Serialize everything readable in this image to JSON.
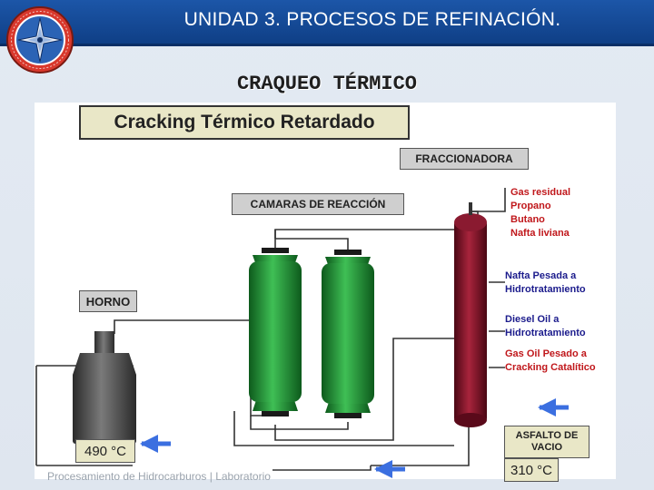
{
  "header": {
    "title": "UNIDAD  3.  PROCESOS DE REFINACIÓN."
  },
  "slide": {
    "subtitle": "CRAQUEO TÉRMICO"
  },
  "diagram": {
    "title": "Cracking Térmico Retardado",
    "labels": {
      "fraccionadora": "FRACCIONADORA",
      "camaras": "CAMARAS DE REACCIÓN",
      "horno": "HORNO",
      "asfalto_line1": "ASFALTO DE",
      "asfalto_line2": "VACIO",
      "temp_horno": "490 °C",
      "temp_base": "310 °C"
    },
    "products": [
      {
        "lines": [
          "Gas residual",
          "Propano",
          "Butano",
          "Nafta liviana"
        ],
        "color": "#c0171b"
      },
      {
        "lines": [
          "Nafta Pesada a",
          "Hidrotratamiento"
        ],
        "color": "#1b1b8c"
      },
      {
        "lines": [
          "Diesel Oil a",
          "Hidrotratamiento"
        ],
        "color": "#1b1b8c"
      },
      {
        "lines": [
          "Gas Oil Pesado a",
          "Cracking Catalítico"
        ],
        "color": "#c0171b"
      }
    ]
  },
  "footer": {
    "text": "Procesamiento de Hidrocarburos | Laboratorio"
  },
  "colors": {
    "header": "#1c56a8",
    "chamber": "#1f8a32",
    "column": "#7a1024",
    "furnace": "#4a4a4a",
    "arrow": "#3b6fe0",
    "tag_bg": "#e9e7c7"
  }
}
